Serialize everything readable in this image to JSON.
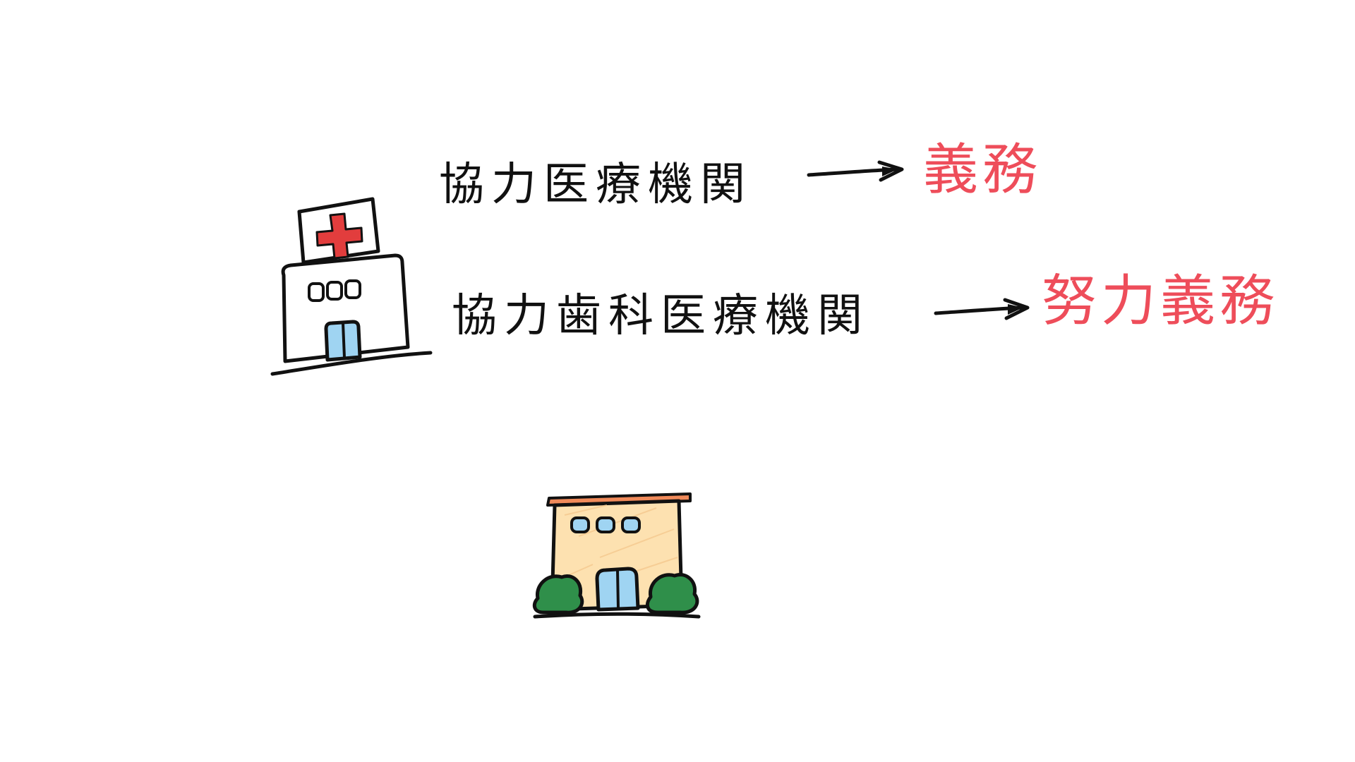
{
  "rows": [
    {
      "left_text": "協力医療機関",
      "right_text": "義務"
    },
    {
      "left_text": "協力歯科医療機関",
      "right_text": "努力義務"
    }
  ],
  "colors": {
    "ink": "#111111",
    "accent_red": "#ee4d5a",
    "hospital_cross": "#e23d3d",
    "window_blue": "#9fd4f2",
    "building_fill": "#fde1b0",
    "roof_orange": "#f08a5a",
    "bush_green": "#2f8f4a"
  },
  "icons": [
    "hospital-icon",
    "building-icon"
  ]
}
